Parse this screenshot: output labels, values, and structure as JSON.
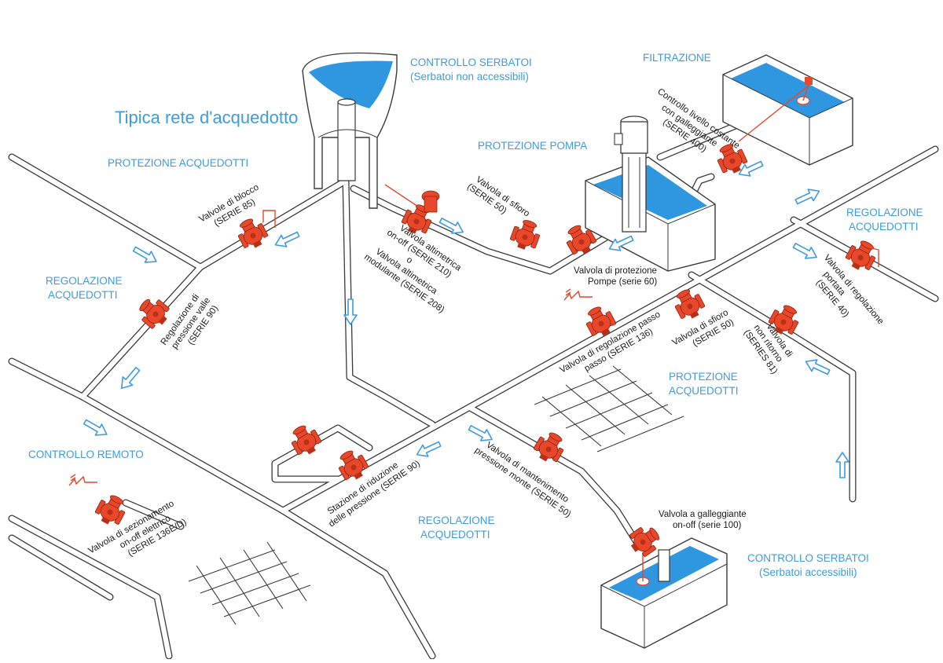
{
  "title": "Tipica rete d'acquedotto",
  "areas": {
    "controllo_serbatoi_top": "CONTROLLO SERBATOI",
    "controllo_serbatoi_top_sub": "(Serbatoi non accessibili)",
    "filtrazione": "FILTRAZIONE",
    "protezione_pompa": "PROTEZIONE POMPA",
    "protezione_acquedotti_left": "PROTEZIONE ACQUEDOTTI",
    "regolazione_right_1": "REGOLAZIONE",
    "regolazione_right_2": "ACQUEDOTTI",
    "regolazione_left_1": "REGOLAZIONE",
    "regolazione_left_2": "ACQUEDOTTI",
    "protezione_mid_1": "PROTEZIONE",
    "protezione_mid_2": "ACQUEDOTTI",
    "controllo_remoto": "CONTROLLO REMOTO",
    "regolazione_bottom_1": "REGOLAZIONE",
    "regolazione_bottom_2": "ACQUEDOTTI",
    "controllo_serbatoi_bottom": "CONTROLLO SERBATOI",
    "controllo_serbatoi_bottom_sub": "(Serbatoi accessibili)"
  },
  "valves": {
    "blocco_1": "Valvole di blocco",
    "blocco_2": "(SERIE 85)",
    "pressione_valle_1": "Regolazione di",
    "pressione_valle_2": "pressione valle",
    "pressione_valle_3": "(SERIE 90)",
    "altimetrica_1": "Valvola altimetrica",
    "altimetrica_2": "on-off (SERIE 210)",
    "altimetrica_3": "o",
    "altimetrica_4": "Valvola altimetrica",
    "altimetrica_5": "modulante (SERIE 208)",
    "sfioro_top_1": "Valvola di sfioro",
    "sfioro_top_2": "(SERIE 50)",
    "pompe_1": "Valvola di protezione",
    "pompe_2": "Pompe (serie 60)",
    "livello_1": "Controllo livello costante",
    "livello_2": "con galleggiante",
    "livello_3": "(SERIE 400)",
    "portata_1": "Valvola di regolazione",
    "portata_2": "portata",
    "portata_3": "(SERIE 40)",
    "passo_1": "Valvola di regolazione passo",
    "passo_2": "passo (SERIE 136)",
    "sfioro_mid_1": "Valvola di sfioro",
    "sfioro_mid_2": "(SERIE 50)",
    "non_ritorno_1": "Valvola di",
    "non_ritorno_2": "non ritorno",
    "non_ritorno_3": "(SERIES 81)",
    "riduzione_1": "Stazione di riduzione",
    "riduzione_2": "delle pressione (SERIE 90)",
    "monte_1": "Valvola di mantenimento",
    "monte_2": "pressione monte (SERIE 50)",
    "sezionamento_1": "Valvola di sezionamento",
    "sezionamento_2": "on-off elettrico",
    "sezionamento_3": "(SERIE 136E/D)",
    "galleggiante_1": "Valvola a galleggiante",
    "galleggiante_2": "on-off (serie 100)"
  },
  "colors": {
    "label_blue": "#3d9be0",
    "water_blue": "#2f96e0",
    "valve_red": "#e8472a",
    "line_dark": "#3a3a3a"
  }
}
